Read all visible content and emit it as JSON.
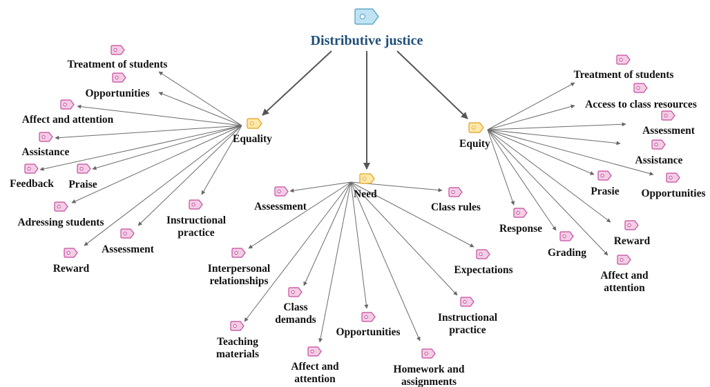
{
  "colors": {
    "root_tag": "#7ec8e3",
    "branch_tag": "#f7c85a",
    "leaf_tag": "#c54aa0",
    "root_text": "#1f4e79",
    "text": "#111111",
    "edge": "#6a6a6a"
  },
  "icons": {
    "root": "tag-icon",
    "branch": "tag-icon",
    "leaf": "tag-icon"
  },
  "root": {
    "label": "Distributive justice"
  },
  "branches": [
    {
      "label": "Equality",
      "leaves": [
        "Treatment of students",
        "Opportunities",
        "Affect and attention",
        "Assistance",
        "Feedback",
        "Praise",
        "Adressing students",
        "Reward",
        "Assessment",
        "Instructional practice"
      ]
    },
    {
      "label": "Need",
      "leaves": [
        "Assessment",
        "Class rules",
        "Interpersonal relationships",
        "Expectations",
        "Class demands",
        "Teaching materials",
        "Opportunities",
        "Affect and attention",
        "Instructional practice",
        "Homework and assignments"
      ]
    },
    {
      "label": "Equity",
      "leaves": [
        "Treatment of students",
        "Access to class resources",
        "Assessment",
        "Assistance",
        "Opportunities",
        "Prasie",
        "Response",
        "Grading",
        "Reward",
        "Affect and attention"
      ]
    }
  ]
}
